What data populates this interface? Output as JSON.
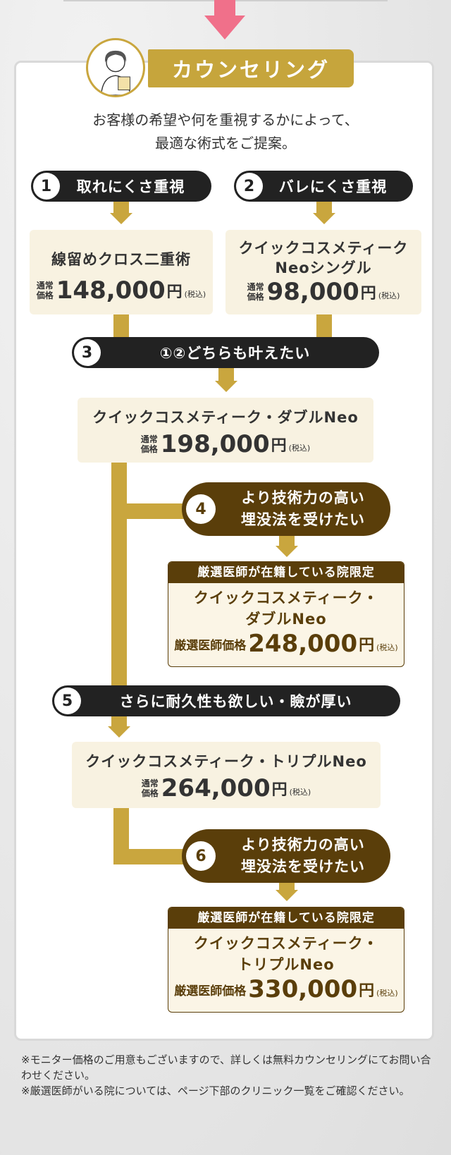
{
  "header": {
    "title": "カウンセリング"
  },
  "intro": {
    "line1": "お客様の希望や何を重視するかによって、",
    "line2": "最適な術式をご提案。"
  },
  "labels": {
    "regular_price_l1": "通常",
    "regular_price_l2": "価格",
    "tax": "(税込)",
    "yen": "円",
    "doctor_price": "厳選医師価格",
    "limited_head": "厳選医師が在籍している院限定"
  },
  "steps": [
    {
      "num": "1",
      "label": "取れにくさ重視"
    },
    {
      "num": "2",
      "label": "バレにくさ重視"
    },
    {
      "num": "3",
      "label": "①②どちらも叶えたい"
    },
    {
      "num": "4",
      "label_l1": "より技術力の高い",
      "label_l2": "埋没法を受けたい"
    },
    {
      "num": "5",
      "label": "さらに耐久性も欲しい・瞼が厚い"
    },
    {
      "num": "6",
      "label_l1": "より技術力の高い",
      "label_l2": "埋没法を受けたい"
    }
  ],
  "plans": {
    "cross": {
      "name": "線留めクロス二重術",
      "price": "148,000"
    },
    "single": {
      "name_l1": "クイックコスメティーク",
      "name_l2": "Neoシングル",
      "price": "98,000"
    },
    "double": {
      "name": "クイックコスメティーク・ダブルNeo",
      "price": "198,000"
    },
    "double_doctor": {
      "name_l1": "クイックコスメティーク・",
      "name_l2": "ダブルNeo",
      "price": "248,000"
    },
    "triple": {
      "name": "クイックコスメティーク・トリプルNeo",
      "price": "264,000"
    },
    "triple_doctor": {
      "name_l1": "クイックコスメティーク・",
      "name_l2": "トリプルNeo",
      "price": "330,000"
    }
  },
  "footnotes": {
    "note1": "※モニター価格のご用意もございますので、詳しくは無料カウンセリングにてお問い合わせください。",
    "note2": "※厳選医師がいる院については、ページ下部のクリニック一覧をご確認ください。"
  },
  "colors": {
    "gold": "#c9a63e",
    "brown": "#5a3e0a",
    "dark": "#222222",
    "cream": "#f8f2e1",
    "pink_arrow": "#f0708a"
  },
  "icons": {
    "top_arrow": "down-arrow-icon",
    "avatar": "counselor-avatar-icon"
  }
}
